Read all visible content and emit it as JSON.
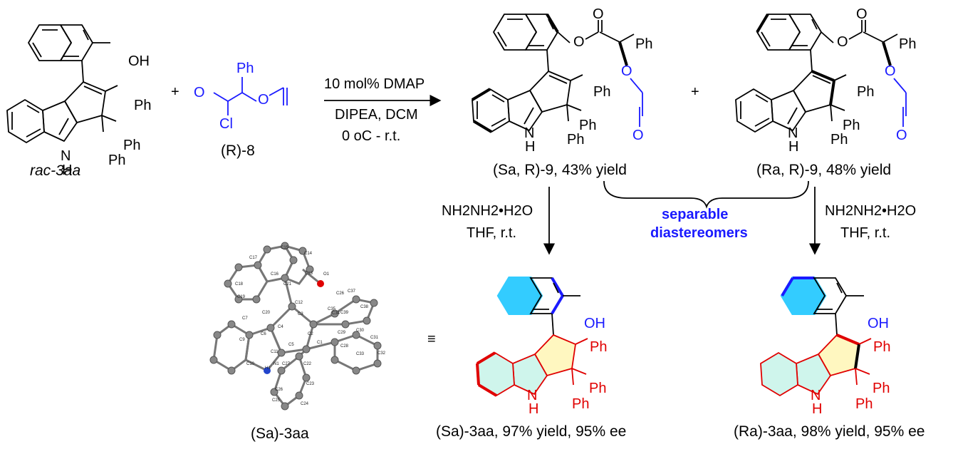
{
  "colors": {
    "black": "#000000",
    "blue": "#1a1aff",
    "red": "#e00000",
    "cyan": "#33ccff",
    "mint": "#cff5ec",
    "pale_yellow": "#fff7c0"
  },
  "labels": {
    "oh": "OH",
    "ph": "Ph",
    "nh": "N",
    "h": "H",
    "o": "O",
    "cl": "Cl",
    "rac3aa": "rac-3aa",
    "r8": "(R)-8",
    "plus": "+",
    "cond1": "10 mol% DMAP",
    "cond2": "DIPEA, DCM",
    "cond3": "0 oC - r.t.",
    "sa9": "(Sa, R)-9, 43% yield",
    "ra9": "(Ra, R)-9, 48% yield",
    "reagent1": "NH2NH2•H2O",
    "reagent2": "THF, r.t.",
    "separable1": "separable",
    "separable2": "diastereomers",
    "sa3aa_xray": "(Sa)-3aa",
    "sa3aa": "(Sa)-3aa, 97% yield, 95% ee",
    "ra3aa": "(Ra)-3aa, 98% yield, 95% ee",
    "equiv": "≡"
  },
  "crystal_labels": [
    "C15",
    "C14",
    "C17",
    "C16",
    "C13",
    "O1",
    "C18",
    "C21",
    "C12",
    "C26",
    "C37",
    "C19",
    "C20",
    "C35",
    "C34",
    "C39",
    "C38",
    "C7",
    "C3",
    "C6",
    "C4",
    "C2",
    "C29",
    "C30",
    "C9",
    "C31",
    "C11",
    "C5",
    "C1",
    "C28",
    "C32",
    "C33",
    "C10",
    "N1",
    "C27",
    "C22",
    "H1",
    "C23",
    "C26",
    "C25",
    "C24"
  ]
}
